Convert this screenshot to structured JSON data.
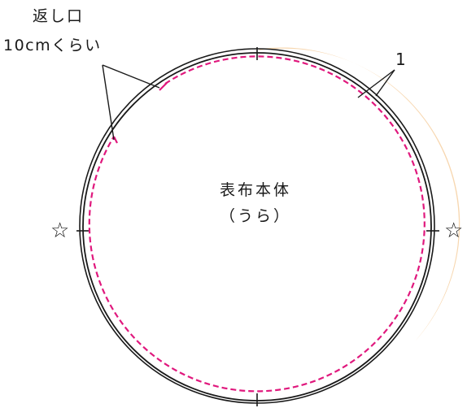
{
  "labels": {
    "opening_line1": "返し口",
    "opening_line2": "10cmくらい",
    "body_line1": "表布本体",
    "body_line2": "（うら）",
    "part_number": "1",
    "star_left": "☆",
    "star_right": "☆"
  },
  "colors": {
    "outline": "#1a1a1a",
    "stitch": "#e0187d",
    "fabric_fill": "#f7d7b0"
  }
}
